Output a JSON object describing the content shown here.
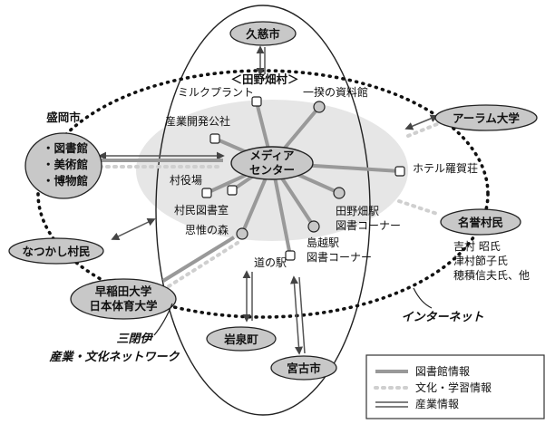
{
  "diagram": {
    "village_title": "＜田野畑村＞",
    "media_center": [
      "メディア",
      "センター"
    ],
    "nodes": {
      "kuji": "久慈市",
      "morioka": "盛岡市",
      "morioka_facilities": [
        "・図書館",
        "・美術館",
        "・博物館"
      ],
      "natsukashi": "なつかし村民",
      "waseda": [
        "早稲田大学",
        "日本体育大学"
      ],
      "iwaizumi": "岩泉町",
      "miyako": "宮古市",
      "alaska": "アーラム大学",
      "meiyo": "名誉村民",
      "meiyo_names": [
        "吉村 昭氏",
        "津村節子氏",
        "穂積信夫氏、他"
      ]
    },
    "spokes": {
      "milk": "ミルクプラント",
      "ichiko": "一揆の資料館",
      "sangyo": "産業開発公社",
      "hotel": "ホテル羅賀荘",
      "yakuba": "村役場",
      "sonmin": "村民図書室",
      "shii": "思惟の森",
      "tanohata_eki": [
        "田野畑駅",
        "図書コーナー"
      ],
      "shimanokoshi": [
        "島越駅",
        "図書コーナー"
      ],
      "michinoeki": "道の駅"
    },
    "network_labels": {
      "sanriku": [
        "三閉伊",
        "産業・文化ネットワーク"
      ],
      "internet": "インターネット"
    },
    "legend": [
      {
        "label": "図書館情報",
        "style": "solid-gray"
      },
      {
        "label": "文化・学習情報",
        "style": "dotted"
      },
      {
        "label": "産業情報",
        "style": "double"
      }
    ],
    "colors": {
      "node_fill": "#c8c8c8",
      "village_fill": "#e6e6e6",
      "library_line": "#9a9a9a",
      "culture_dots": "#cfcfcf",
      "industry_line": "#555555"
    }
  }
}
